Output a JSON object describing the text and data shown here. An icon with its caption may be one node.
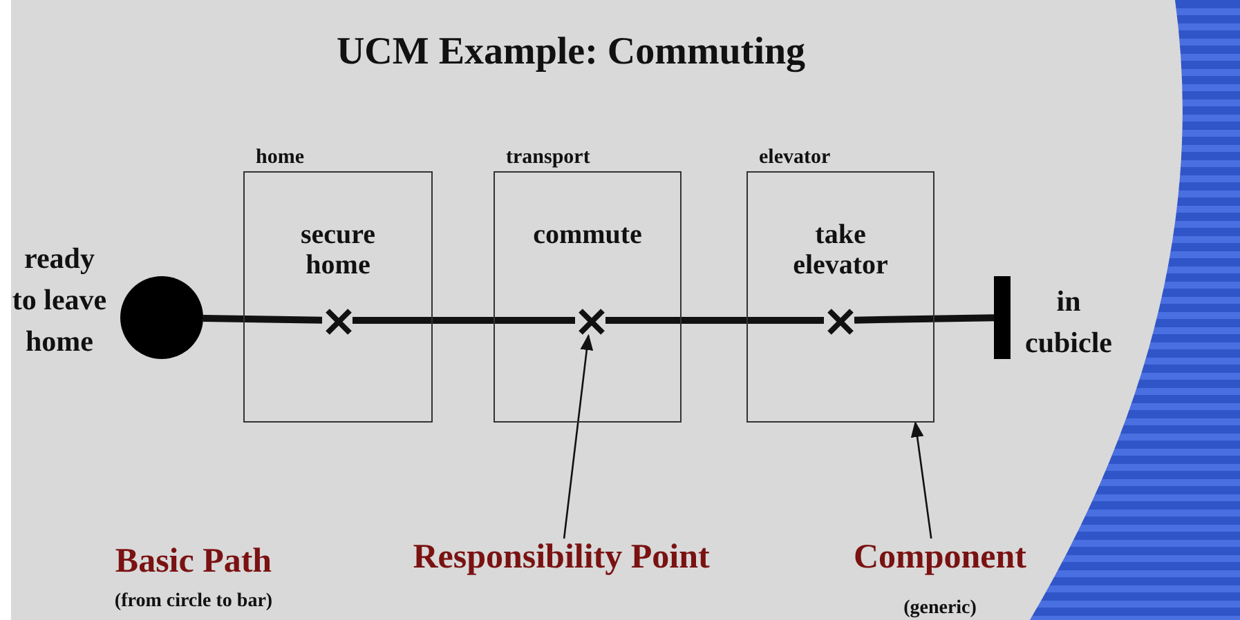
{
  "diagram": {
    "title": "UCM Example: Commuting",
    "nodes": [
      {
        "text": [],
        "shape": "circle",
        "beside": [
          "ready to leave home"
        ]
      },
      {
        "text": [
          "home",
          "secure home"
        ]
      },
      {
        "text": [
          "transport",
          "commute"
        ]
      },
      {
        "text": [
          "elevator",
          "take elevator"
        ]
      },
      {
        "text": [],
        "shape": "bar",
        "beside": [
          "in cubicle"
        ]
      },
      {
        "text": [],
        "shape": "cross",
        "in": 1
      },
      {
        "text": [],
        "shape": "cross",
        "in": 2
      },
      {
        "text": [],
        "shape": "cross",
        "in": 3
      },
      {
        "text": [
          "Responsibility Point"
        ]
      },
      {
        "text": [
          "Component"
        ],
        "beside": [
          "(generic)"
        ]
      }
    ],
    "edges": [
      {
        "from": 0,
        "to": 5,
        "arrow": "none"
      },
      {
        "from": 5,
        "to": 6,
        "arrow": "none"
      },
      {
        "from": 6,
        "to": 7,
        "arrow": "none"
      },
      {
        "from": 7,
        "to": 4,
        "arrow": "none"
      },
      {
        "from": 8,
        "to": 6,
        "arrow": "to"
      },
      {
        "from": 9,
        "to": 3,
        "arrow": "to"
      }
    ],
    "labels": [
      "Basic Path",
      "(from circle to bar)"
    ]
  }
}
